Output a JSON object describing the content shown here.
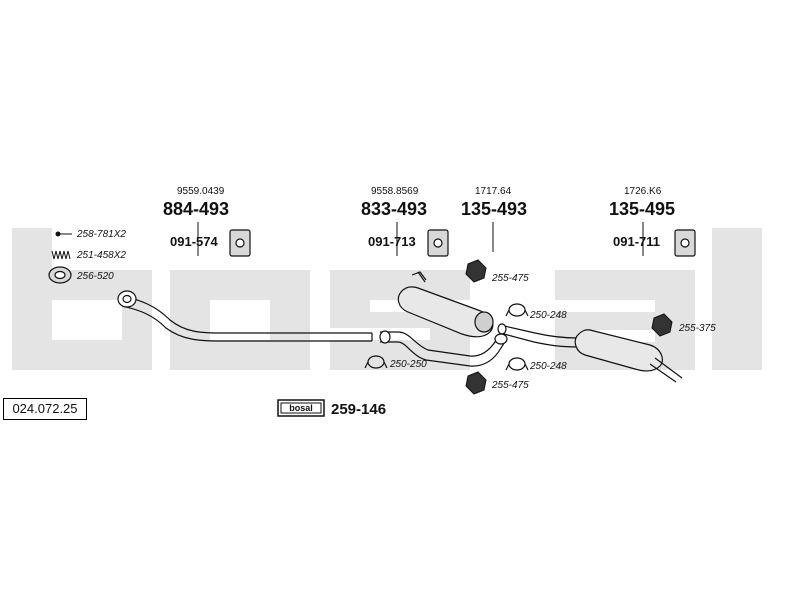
{
  "diagram_ref": "024.072.25",
  "watermark_brand": "bosal",
  "assemblies": [
    {
      "supplier_code": "9559.0439",
      "part_no": "884-493",
      "mount_no": "091-574"
    },
    {
      "supplier_code": "9558.8569",
      "part_no": "833-493",
      "mount_no": "091-713"
    },
    {
      "supplier_code": "1717.64",
      "part_no": "135-493"
    },
    {
      "supplier_code": "1726.K6",
      "part_no": "135-495",
      "mount_no": "091-711"
    }
  ],
  "hardware_labels": {
    "bolt": "258-781X2",
    "spring": "251-458X2",
    "gasket": "256-520",
    "nut_top": "255-475",
    "nut_bottom": "255-475",
    "nut_right": "255-375",
    "clamp_top": "250-248",
    "clamp_bottom": "250-248",
    "clamp_left": "250-250"
  },
  "kit": {
    "badge_text": "bosal",
    "part_no": "259-146"
  }
}
